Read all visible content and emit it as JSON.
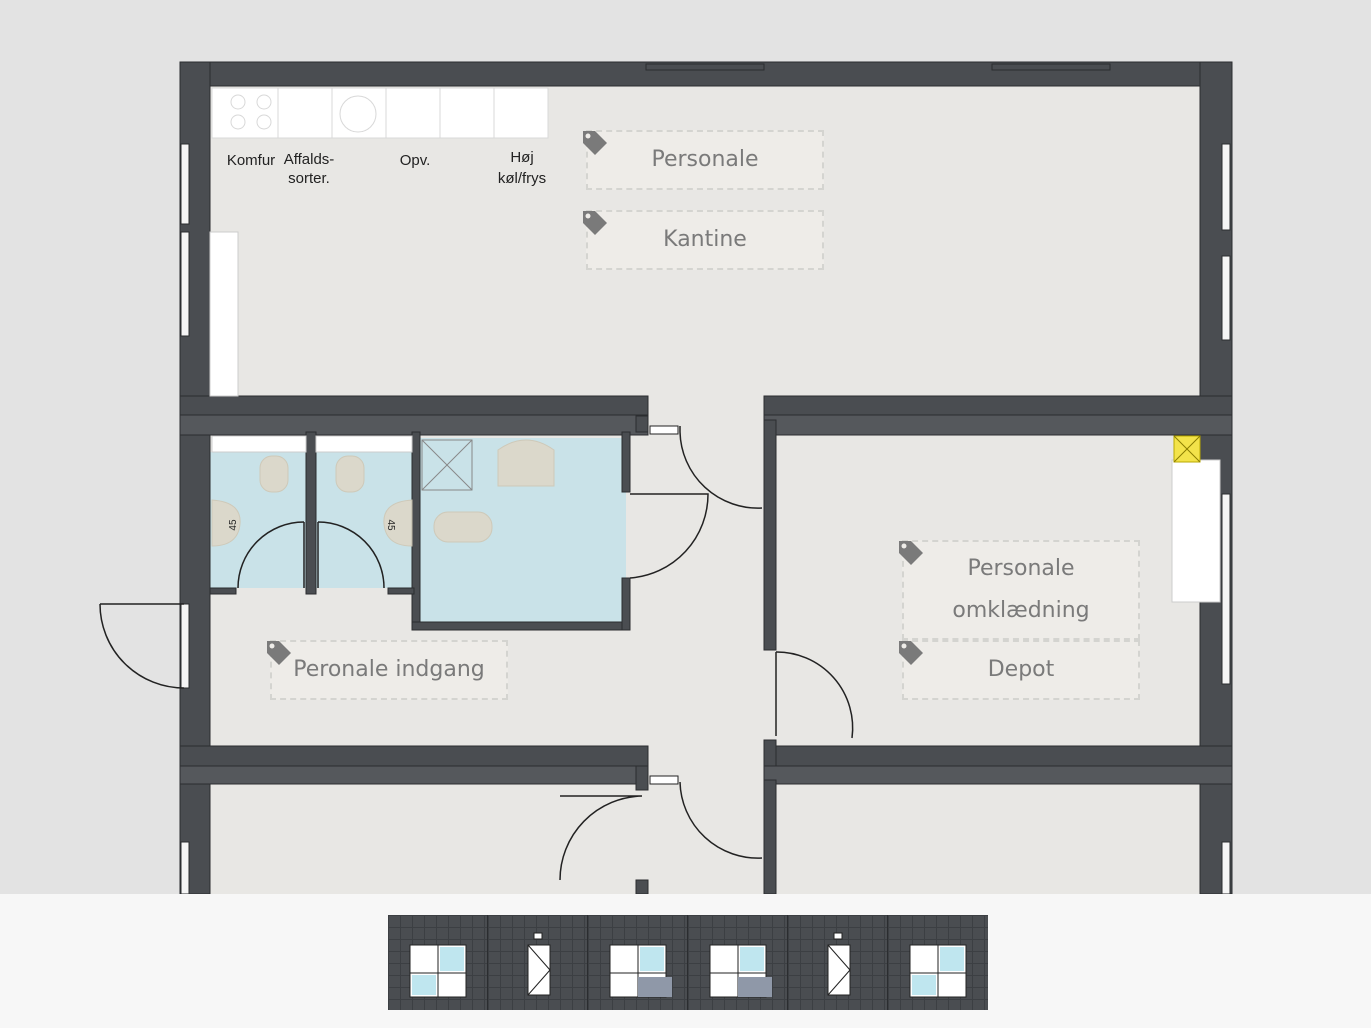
{
  "fixtures": {
    "komfur": "Komfur",
    "affald_1": "Affalds-",
    "affald_2": "sorter.",
    "opv": "Opv.",
    "hoj_1": "Høj",
    "hoj_2": "køl/frys"
  },
  "toilets": {
    "left_mark": "45",
    "right_mark": "45"
  },
  "rooms": {
    "personale": "Personale",
    "kantine": "Kantine",
    "omkl_1": "Personale",
    "omkl_2": "omklædning",
    "depot": "Depot",
    "indgang": "Peronale indgang"
  },
  "facade": {
    "panels": [
      "window-double",
      "door-single",
      "window-double-vent",
      "window-double-vent",
      "door-single",
      "window-double"
    ]
  },
  "colors": {
    "wall": "#4a4d51",
    "floor": "#e8e7e4",
    "wetroom": "#c9e2e8",
    "tag_bg": "#eeece8"
  }
}
